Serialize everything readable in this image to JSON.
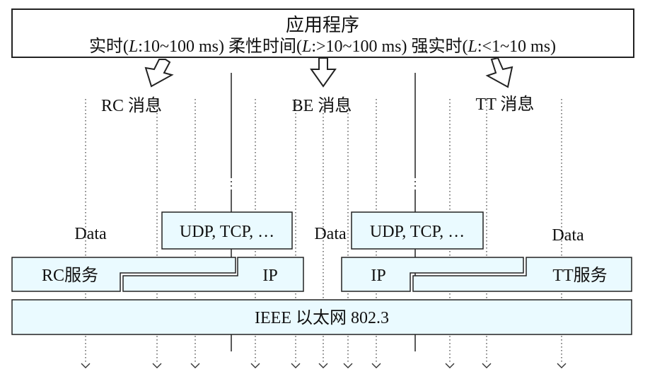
{
  "app": {
    "title": "应用程序",
    "latency_line": {
      "prefix": "实时(",
      "l1": "L",
      "r1": ":10~100 ms) 柔性时间(",
      "l2": "L",
      "r2": ":>10~100 ms) 强实时(",
      "l3": "L",
      "r3": ":<1~10 ms)"
    }
  },
  "messages": {
    "rc": "RC 消息",
    "be": "BE 消息",
    "tt": "TT 消息"
  },
  "data_labels": [
    "Data",
    "Data",
    "Data"
  ],
  "stack": {
    "udp_left": "UDP, TCP, …",
    "udp_right": "UDP, TCP, …",
    "rc_service": "RC服务",
    "ip_left": "IP",
    "ip_right": "IP",
    "tt_service": "TT服务",
    "ethernet": "IEEE 以太网 802.3"
  },
  "colors": {
    "box_fill": "#eafaff",
    "stroke": "#222222"
  }
}
